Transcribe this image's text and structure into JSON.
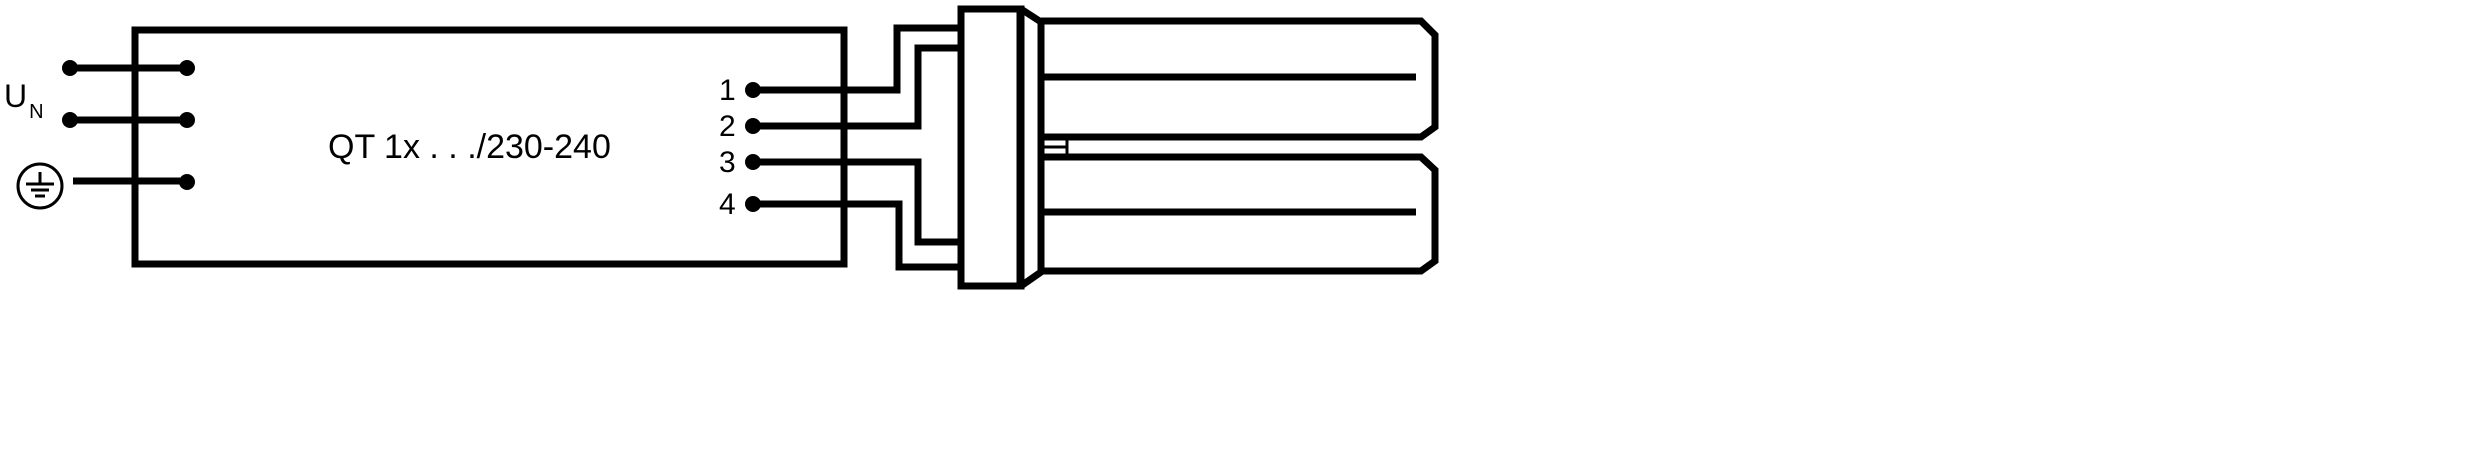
{
  "ballast": {
    "label": "QT 1x . . ./230-240"
  },
  "supply": {
    "voltage_main": "U",
    "voltage_sub": "N"
  },
  "lamp_pins": [
    "1",
    "2",
    "3",
    "4"
  ],
  "icons": {
    "ground": "earth-ground-icon"
  },
  "colors": {
    "stroke": "#000000",
    "background": "#ffffff"
  }
}
